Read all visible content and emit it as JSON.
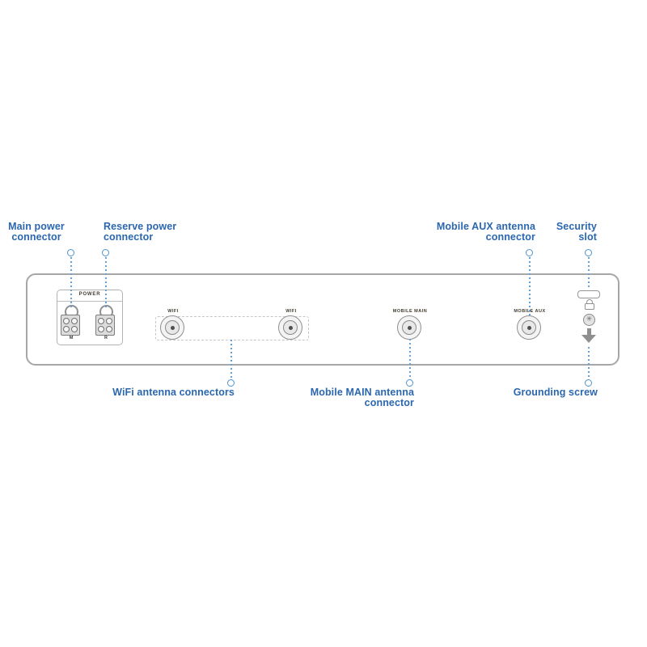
{
  "callouts": {
    "main_power": {
      "line1": "Main power",
      "line2": "connector"
    },
    "reserve_power": {
      "line1": "Reserve power",
      "line2": "connector"
    },
    "mobile_aux": {
      "line1": "Mobile AUX antenna",
      "line2": "connector"
    },
    "security_slot": {
      "line1": "Security",
      "line2": "slot"
    },
    "wifi": {
      "line1": "WiFi antenna connectors"
    },
    "mobile_main": {
      "line1": "Mobile MAIN antenna",
      "line2": "connector"
    },
    "grounding": {
      "line1": "Grounding screw"
    }
  },
  "panel": {
    "power_group": {
      "header": "POWER",
      "left_label": "M",
      "right_label": "R"
    },
    "port_labels": {
      "wifi_left": "WIFI",
      "wifi_right": "WIFI",
      "mobile_main": "MOBILE MAIN",
      "mobile_aux": "MOBILE AUX"
    }
  },
  "icons": {
    "screw_glyph": "✳"
  },
  "colors": {
    "callout_text": "#2b67af",
    "leader_line": "#64a0d8",
    "leader_dot_border": "#4f93cc",
    "panel_border": "#a6a6a6",
    "component_gray": "#8f8f8f"
  }
}
